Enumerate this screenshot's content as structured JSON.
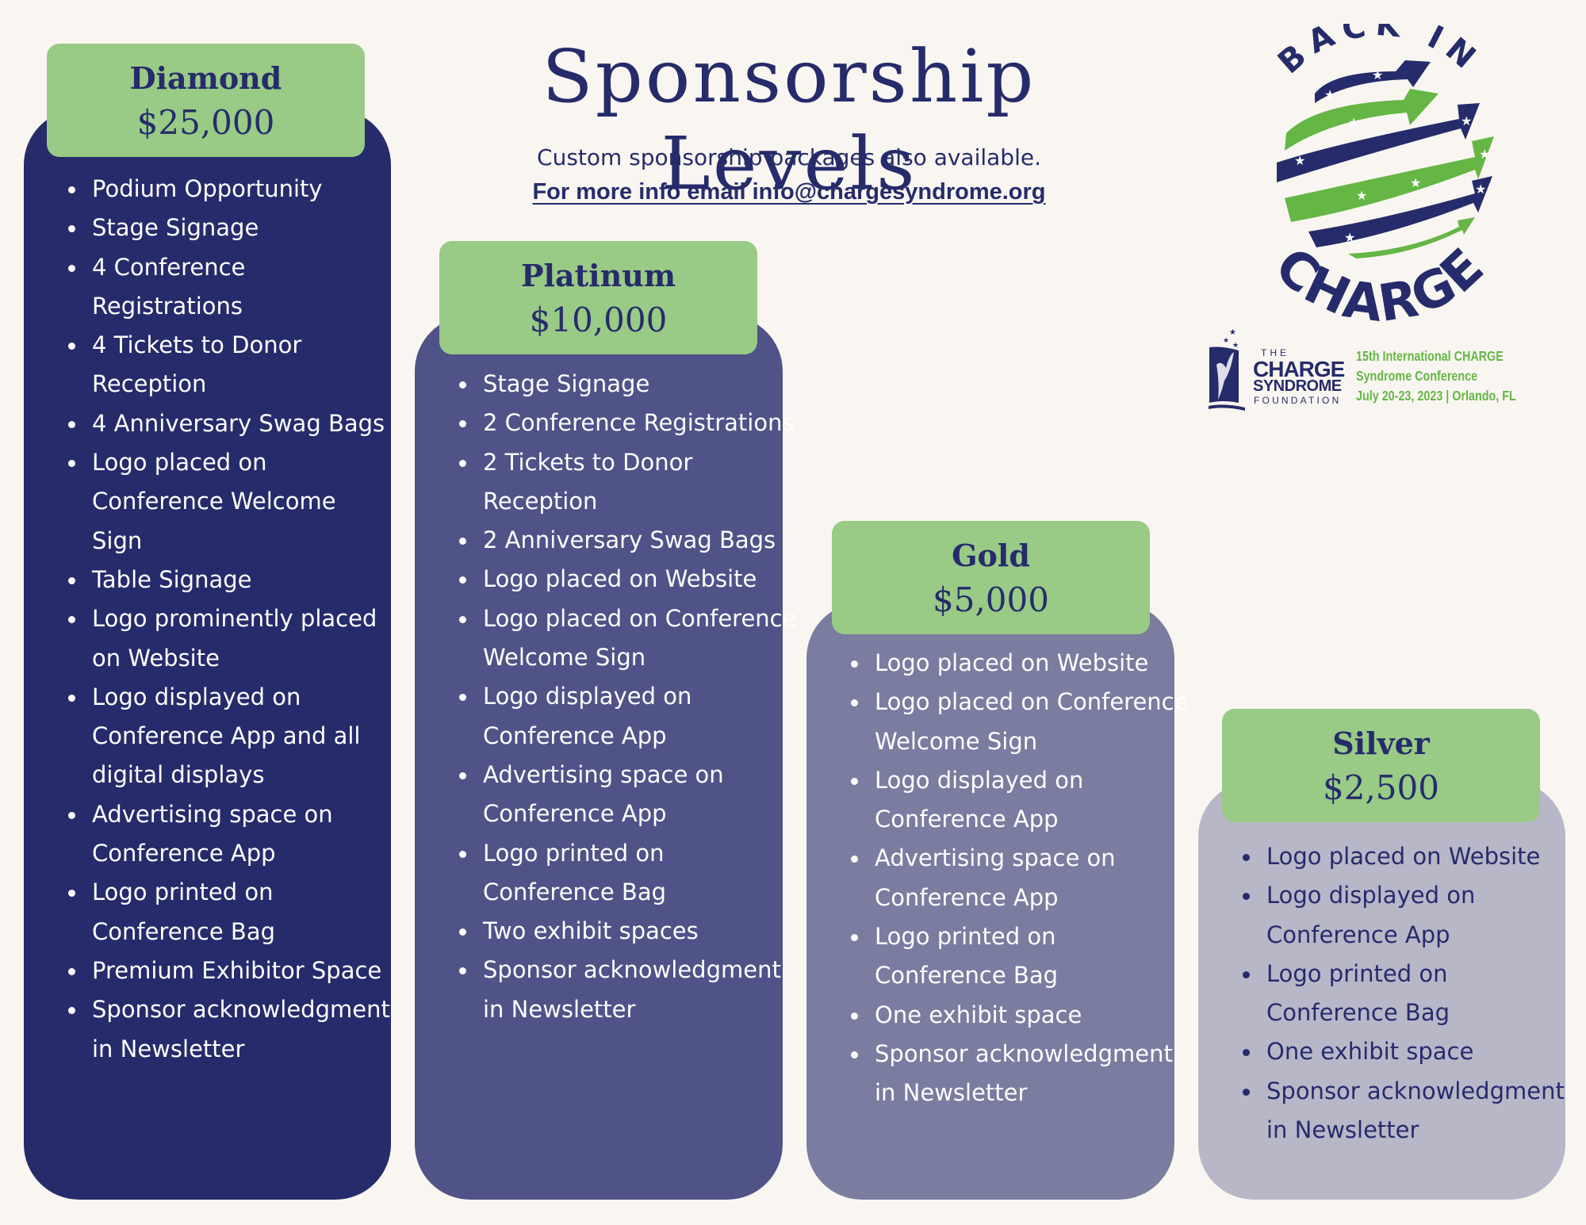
{
  "header": {
    "title": "Sponsorship Levels",
    "subtitle": "Custom sponsorship packages also available.",
    "email_line": "For more info email info@chargesyndrome.org"
  },
  "logo": {
    "top_text": "BACK IN",
    "bottom_text": "CHARGE",
    "icon": "globe-arrows-stars-icon"
  },
  "foundation": {
    "line1": "THE",
    "line2": "CHARGE",
    "line3": "SYNDROME",
    "line4": "FOUNDATION",
    "icon": "foundation-figures-icon"
  },
  "conference": {
    "line1": "15th International CHARGE",
    "line2": "Syndrome Conference",
    "line3": "July 20-23, 2023 | Orlando, FL"
  },
  "colors": {
    "background": "#f9f6f1",
    "navy": "#262b6b",
    "header_green": "#99ca86",
    "logo_green": "#65b645",
    "diamond": "#262b6b",
    "platinum": "#4f5387",
    "gold": "#7a7ca0",
    "silver": "#b7b7c8"
  },
  "levels": [
    {
      "name": "Diamond",
      "price": "$25,000",
      "benefits": [
        "Podium Opportunity",
        "Stage Signage",
        "4 Conference Registrations",
        "4 Tickets to Donor Reception",
        "4 Anniversary Swag Bags",
        "Logo placed on Conference Welcome Sign",
        "Table Signage",
        "Logo prominently placed on Website",
        "Logo displayed on Conference App and all digital displays",
        "Advertising space on Conference App",
        "Logo printed on Conference Bag",
        "Premium Exhibitor Space",
        "Sponsor acknowledgment in Newsletter"
      ]
    },
    {
      "name": "Platinum",
      "price": "$10,000",
      "benefits": [
        "Stage Signage",
        "2 Conference Registrations",
        "2 Tickets to Donor Reception",
        "2 Anniversary Swag Bags",
        "Logo placed on Website",
        "Logo placed on Conference Welcome Sign",
        "Logo displayed on Conference App",
        "Advertising space on Conference App",
        "Logo printed on Conference Bag",
        "Two exhibit spaces",
        "Sponsor acknowledgment in Newsletter"
      ]
    },
    {
      "name": "Gold",
      "price": "$5,000",
      "benefits": [
        "Logo placed on Website",
        "Logo placed on Conference Welcome Sign",
        "Logo displayed on Conference App",
        "Advertising space on Conference App",
        "Logo printed on Conference Bag",
        "One exhibit space",
        "Sponsor acknowledgment in Newsletter"
      ]
    },
    {
      "name": "Silver",
      "price": "$2,500",
      "benefits": [
        "Logo placed on Website",
        "Logo displayed on Conference App",
        "Logo printed on Conference Bag",
        "One exhibit space",
        "Sponsor acknowledgment in Newsletter"
      ]
    }
  ]
}
